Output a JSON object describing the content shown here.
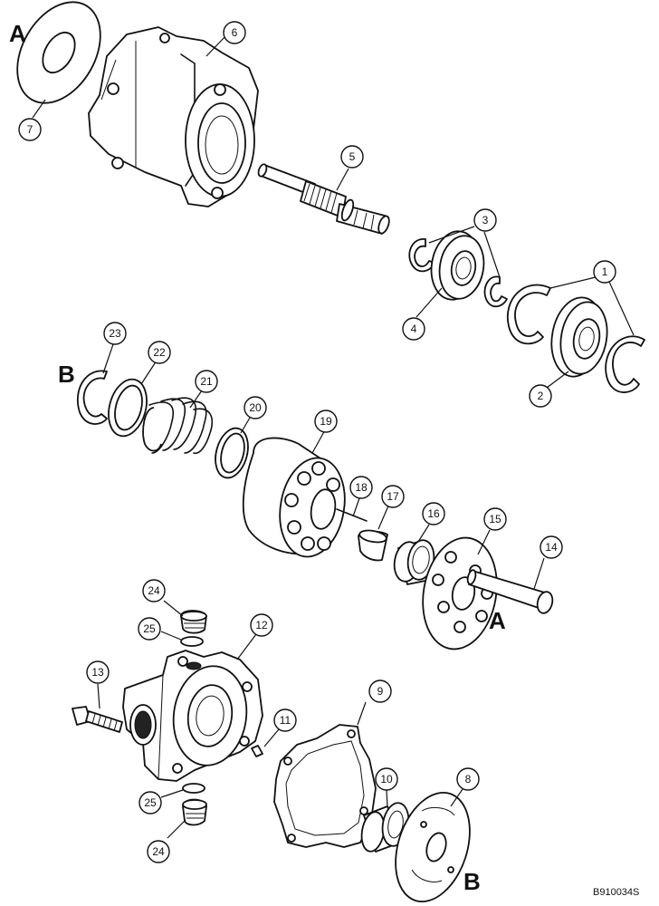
{
  "callouts": [
    {
      "id": "c7",
      "label": "7"
    },
    {
      "id": "c6",
      "label": "6"
    },
    {
      "id": "c5",
      "label": "5"
    },
    {
      "id": "c3",
      "label": "3"
    },
    {
      "id": "c4",
      "label": "4"
    },
    {
      "id": "c1",
      "label": "1"
    },
    {
      "id": "c2",
      "label": "2"
    },
    {
      "id": "c23",
      "label": "23"
    },
    {
      "id": "c22",
      "label": "22"
    },
    {
      "id": "c21",
      "label": "21"
    },
    {
      "id": "c20",
      "label": "20"
    },
    {
      "id": "c19",
      "label": "19"
    },
    {
      "id": "c18",
      "label": "18"
    },
    {
      "id": "c17",
      "label": "17"
    },
    {
      "id": "c16",
      "label": "16"
    },
    {
      "id": "c15",
      "label": "15"
    },
    {
      "id": "c14",
      "label": "14"
    },
    {
      "id": "c24a",
      "label": "24"
    },
    {
      "id": "c25a",
      "label": "25"
    },
    {
      "id": "c12",
      "label": "12"
    },
    {
      "id": "c13",
      "label": "13"
    },
    {
      "id": "c9",
      "label": "9"
    },
    {
      "id": "c11",
      "label": "11"
    },
    {
      "id": "c10",
      "label": "10"
    },
    {
      "id": "c8",
      "label": "8"
    },
    {
      "id": "c25b",
      "label": "25"
    },
    {
      "id": "c24b",
      "label": "24"
    }
  ],
  "reference_letters": {
    "a_top": "A",
    "b_mid": "B",
    "a_mid": "A",
    "b_bottom": "B"
  },
  "drawing_code": "B910034S"
}
